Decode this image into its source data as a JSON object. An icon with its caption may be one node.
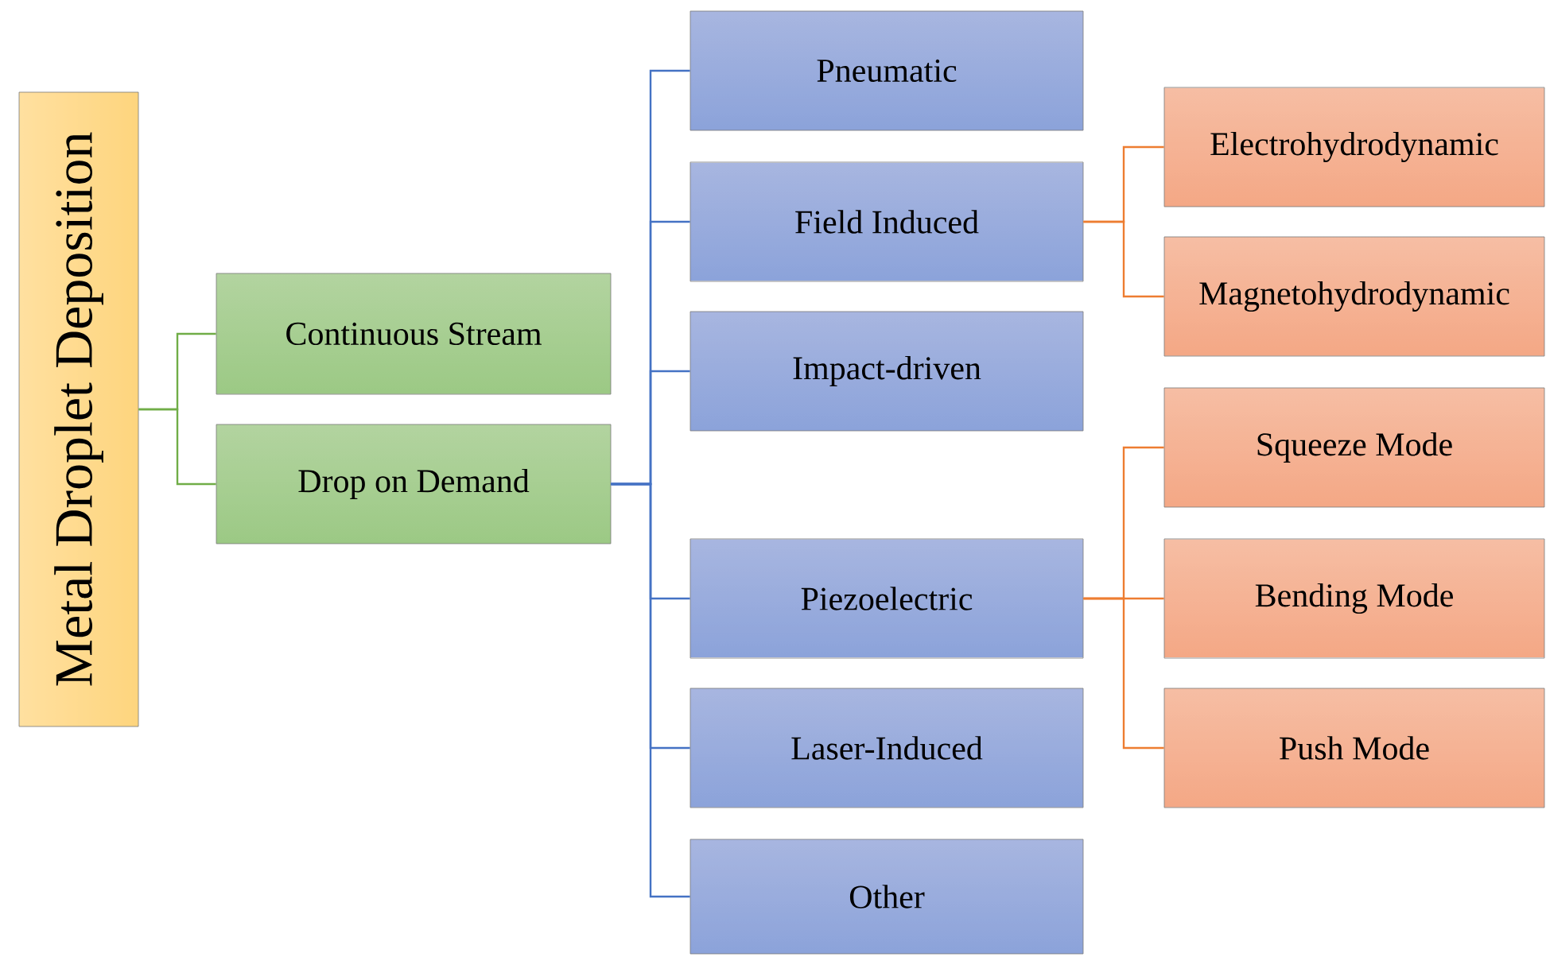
{
  "diagram": {
    "nodes": [
      {
        "text": [
          "Metal Droplet Deposition"
        ]
      },
      {
        "text": [
          "Continuous Stream"
        ]
      },
      {
        "text": [
          "Drop on Demand"
        ]
      },
      {
        "text": [
          "Pneumatic"
        ]
      },
      {
        "text": [
          "Field Induced"
        ]
      },
      {
        "text": [
          "Impact-driven"
        ]
      },
      {
        "text": [
          "Piezoelectric"
        ]
      },
      {
        "text": [
          "Laser-Induced"
        ]
      },
      {
        "text": [
          "Other"
        ]
      },
      {
        "text": [
          "Electrohydrodynamic"
        ]
      },
      {
        "text": [
          "Magnetohydrodynamic"
        ]
      },
      {
        "text": [
          "Squeeze Mode"
        ]
      },
      {
        "text": [
          "Bending Mode"
        ]
      },
      {
        "text": [
          "Push Mode"
        ]
      }
    ],
    "edges": [
      {
        "from": 0,
        "to": 1,
        "arrow": "none",
        "color": "#70ad47"
      },
      {
        "from": 0,
        "to": 2,
        "arrow": "none",
        "color": "#70ad47"
      },
      {
        "from": 2,
        "to": 3,
        "arrow": "none"
      },
      {
        "from": 2,
        "to": 4,
        "arrow": "none"
      },
      {
        "from": 2,
        "to": 5,
        "arrow": "none"
      },
      {
        "from": 2,
        "to": 6,
        "arrow": "none"
      },
      {
        "from": 2,
        "to": 7,
        "arrow": "none"
      },
      {
        "from": 2,
        "to": 8,
        "arrow": "none"
      },
      {
        "from": 4,
        "to": 9,
        "arrow": "none",
        "color": "#ed7d31"
      },
      {
        "from": 4,
        "to": 10,
        "arrow": "none",
        "color": "#ed7d31"
      },
      {
        "from": 6,
        "to": 11,
        "arrow": "none",
        "color": "#ed7d31"
      },
      {
        "from": 6,
        "to": 12,
        "arrow": "none",
        "color": "#ed7d31"
      },
      {
        "from": 6,
        "to": 13,
        "arrow": "none",
        "color": "#ed7d31"
      }
    ]
  }
}
